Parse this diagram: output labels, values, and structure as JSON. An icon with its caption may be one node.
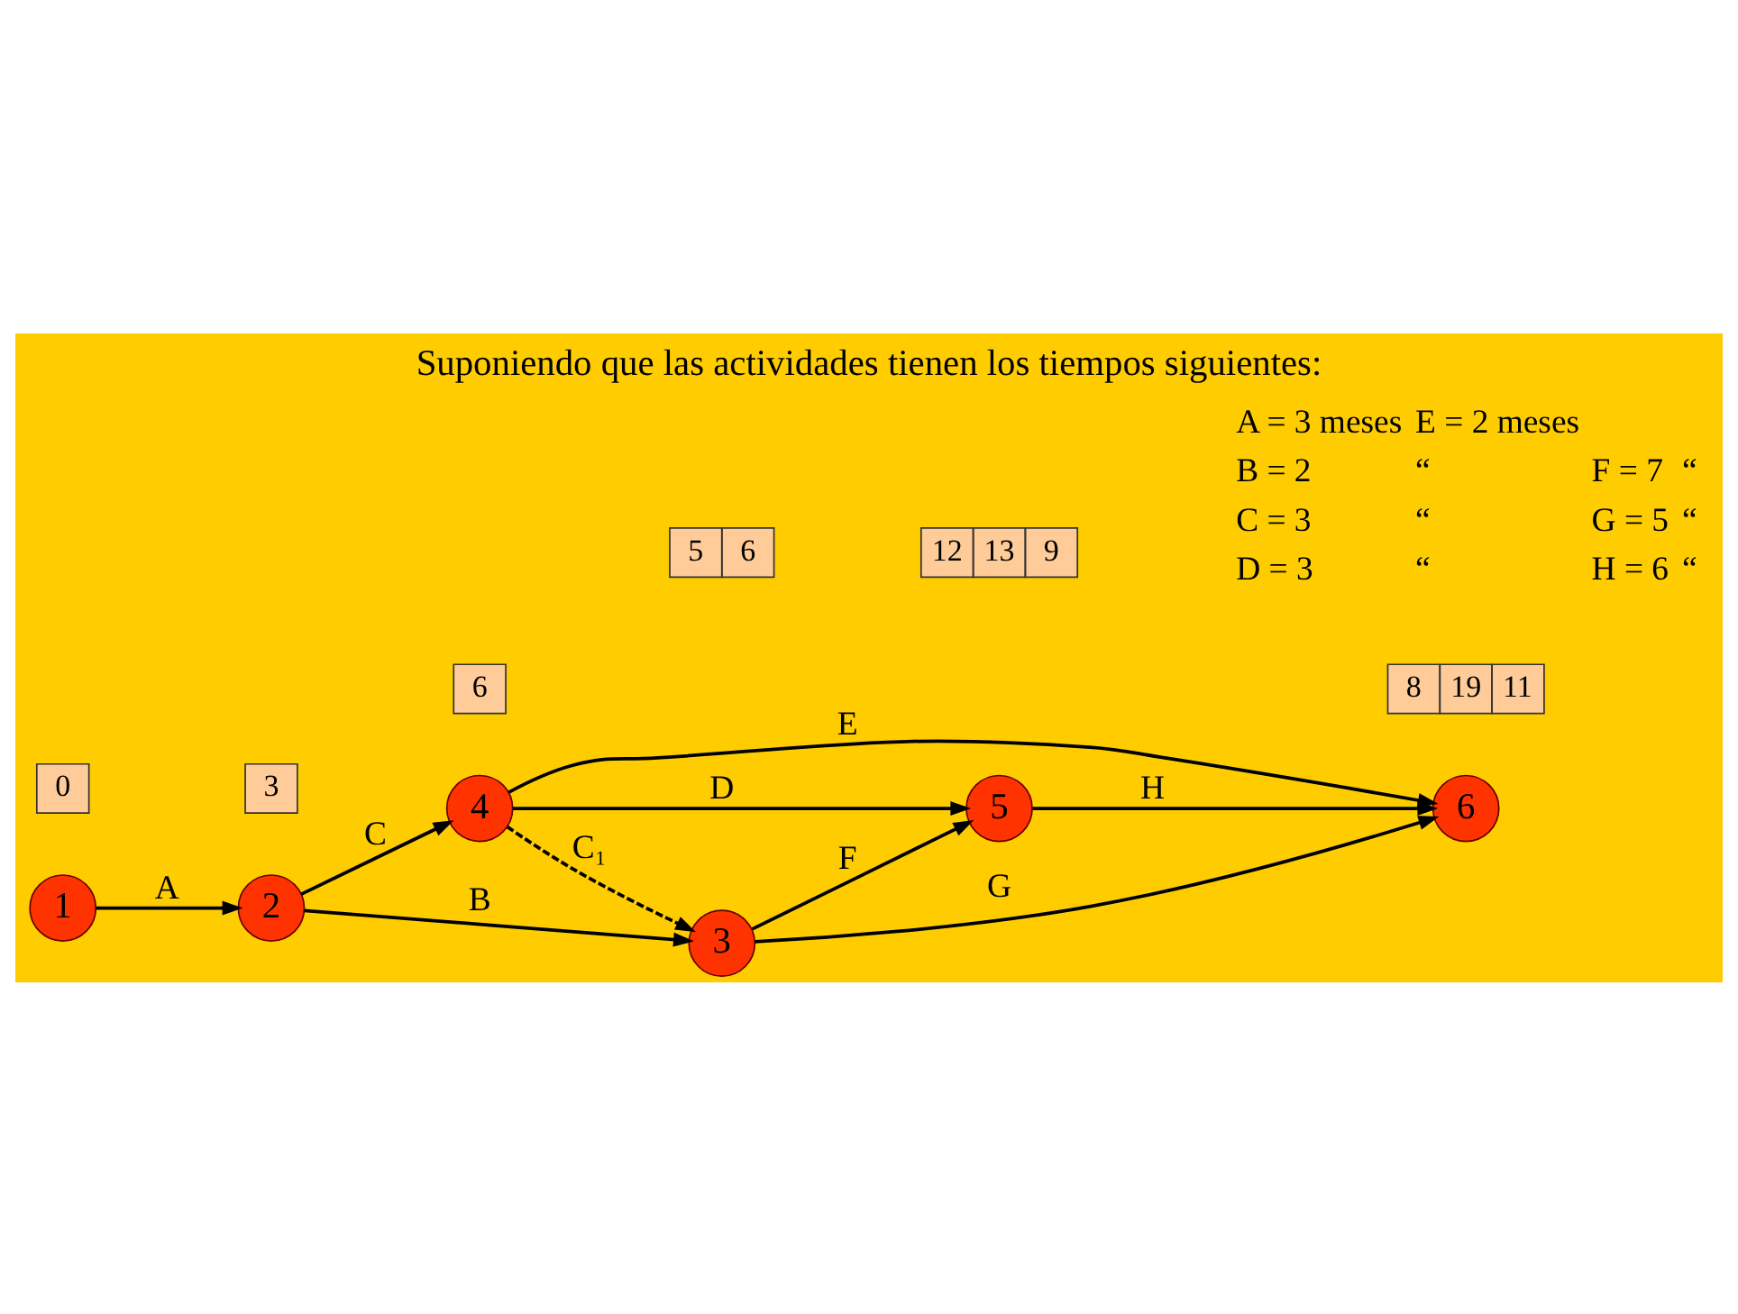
{
  "diagram": {
    "title": "Suponiendo que las actividades tienen los tiempos siguientes:",
    "nodes": [
      {
        "text": [
          "1"
        ]
      },
      {
        "text": [
          "2"
        ]
      },
      {
        "text": [
          "3"
        ]
      },
      {
        "text": [
          "4"
        ]
      },
      {
        "text": [
          "5"
        ]
      },
      {
        "text": [
          "6"
        ]
      },
      {
        "text": [
          "0"
        ]
      },
      {
        "text": [
          "3"
        ]
      },
      {
        "text": [
          "5",
          "6"
        ]
      },
      {
        "text": [
          "12",
          "13",
          "9"
        ]
      },
      {
        "text": [
          "8",
          "19",
          "11"
        ]
      },
      {
        "text": [
          "6"
        ]
      }
    ],
    "edges": [
      {
        "from": 0,
        "to": 1,
        "arrow": "to",
        "label": "A"
      },
      {
        "from": 1,
        "to": 2,
        "arrow": "to",
        "label": "B"
      },
      {
        "from": 1,
        "to": 3,
        "arrow": "to",
        "label": "C"
      },
      {
        "from": 3,
        "to": 2,
        "arrow": "to",
        "label": "C₁",
        "style": "dashed"
      },
      {
        "from": 3,
        "to": 4,
        "arrow": "to",
        "label": "D"
      },
      {
        "from": 3,
        "to": 5,
        "arrow": "to",
        "label": "E"
      },
      {
        "from": 2,
        "to": 4,
        "arrow": "to",
        "label": "F"
      },
      {
        "from": 2,
        "to": 5,
        "arrow": "to",
        "label": "G"
      },
      {
        "from": 4,
        "to": 5,
        "arrow": "to",
        "label": "H"
      }
    ],
    "labels": [
      "A = 3 meses",
      "E = 2 meses",
      "B = 2",
      "“",
      "F = 7",
      "“",
      "C = 3",
      "“",
      "G = 5",
      "“",
      "D = 3",
      "“",
      "H = 6",
      "“"
    ]
  }
}
